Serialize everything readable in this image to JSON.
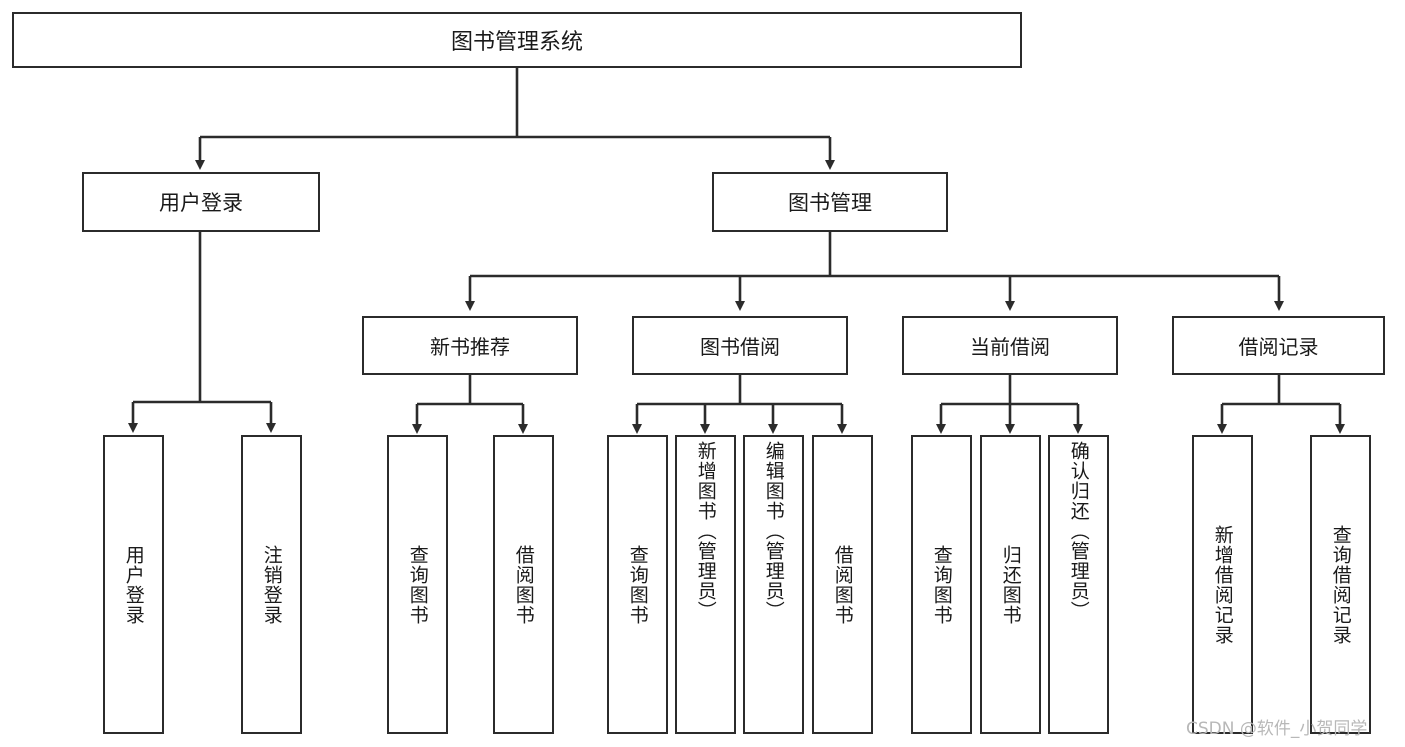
{
  "diagram": {
    "type": "hierarchy-tree",
    "title": "图书管理系统",
    "watermark": "CSDN @软件_小贺同学",
    "colors": {
      "box_border": "#2b2b2b",
      "box_fill": "#ffffff",
      "connector": "#2b2b2b",
      "text": "#1a1a1a",
      "watermark": "#b8b8b8"
    },
    "nodes": {
      "root": {
        "label": "图书管理系统",
        "level": 0
      },
      "user_login": {
        "label": "用户登录",
        "level": 1
      },
      "book_manage": {
        "label": "图书管理",
        "level": 1
      },
      "new_book_rec": {
        "label": "新书推荐",
        "level": 2
      },
      "book_borrow": {
        "label": "图书借阅",
        "level": 2
      },
      "current_borrow": {
        "label": "当前借阅",
        "level": 2
      },
      "borrow_record": {
        "label": "借阅记录",
        "level": 2
      },
      "leaf_user_login": {
        "label": "用户登录",
        "level": 3
      },
      "leaf_logout": {
        "label": "注销登录",
        "level": 3
      },
      "leaf_query_book_1": {
        "label": "查询图书",
        "level": 3
      },
      "leaf_borrow_book_1": {
        "label": "借阅图书",
        "level": 3
      },
      "leaf_query_book_2": {
        "label": "查询图书",
        "level": 3
      },
      "leaf_add_book": {
        "label": "新增图书（管理员）",
        "level": 3
      },
      "leaf_edit_book": {
        "label": "编辑图书（管理员）",
        "level": 3
      },
      "leaf_borrow_book_2": {
        "label": "借阅图书",
        "level": 3
      },
      "leaf_query_book_3": {
        "label": "查询图书",
        "level": 3
      },
      "leaf_return_book": {
        "label": "归还图书",
        "level": 3
      },
      "leaf_confirm_return": {
        "label": "确认归还（管理员）",
        "level": 3
      },
      "leaf_add_record": {
        "label": "新增借阅记录",
        "level": 3
      },
      "leaf_query_record": {
        "label": "查询借阅记录",
        "level": 3
      }
    },
    "edges": [
      {
        "from": "root",
        "to": "user_login"
      },
      {
        "from": "root",
        "to": "book_manage"
      },
      {
        "from": "user_login",
        "to": "leaf_user_login"
      },
      {
        "from": "user_login",
        "to": "leaf_logout"
      },
      {
        "from": "book_manage",
        "to": "new_book_rec"
      },
      {
        "from": "book_manage",
        "to": "book_borrow"
      },
      {
        "from": "book_manage",
        "to": "current_borrow"
      },
      {
        "from": "book_manage",
        "to": "borrow_record"
      },
      {
        "from": "new_book_rec",
        "to": "leaf_query_book_1"
      },
      {
        "from": "new_book_rec",
        "to": "leaf_borrow_book_1"
      },
      {
        "from": "book_borrow",
        "to": "leaf_query_book_2"
      },
      {
        "from": "book_borrow",
        "to": "leaf_add_book"
      },
      {
        "from": "book_borrow",
        "to": "leaf_edit_book"
      },
      {
        "from": "book_borrow",
        "to": "leaf_borrow_book_2"
      },
      {
        "from": "current_borrow",
        "to": "leaf_query_book_3"
      },
      {
        "from": "current_borrow",
        "to": "leaf_return_book"
      },
      {
        "from": "current_borrow",
        "to": "leaf_confirm_return"
      },
      {
        "from": "borrow_record",
        "to": "leaf_add_record"
      },
      {
        "from": "borrow_record",
        "to": "leaf_query_record"
      }
    ]
  }
}
